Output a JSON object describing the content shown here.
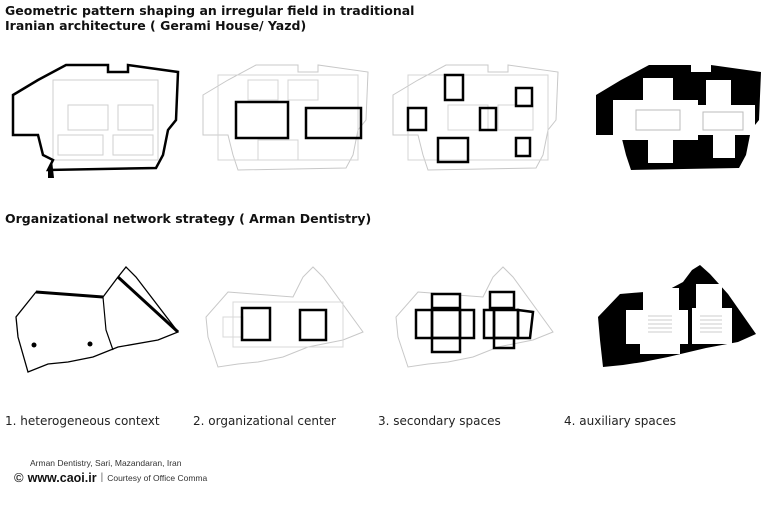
{
  "titles": {
    "top": "Geometric pattern shaping an irregular field in traditional Iranian architecture ( Gerami House/ Yazd)",
    "bottom": "Organizational network strategy ( Arman Dentistry)"
  },
  "captions": [
    "1. heterogeneous context",
    "2. organizational center",
    "3. secondary spaces",
    "4. auxiliary spaces"
  ],
  "credits": {
    "project": "Arman Dentistry, Sari, Mazandaran, Iran",
    "copyright_symbol": "©",
    "site": "www.caoi.ir",
    "separator": "|",
    "courtesy": "Courtesy of Office Comma"
  },
  "icons": [
    "copyright-icon"
  ],
  "colors": {
    "ink": "#111111",
    "faint": "#bdbdbd",
    "fill": "#000000"
  }
}
